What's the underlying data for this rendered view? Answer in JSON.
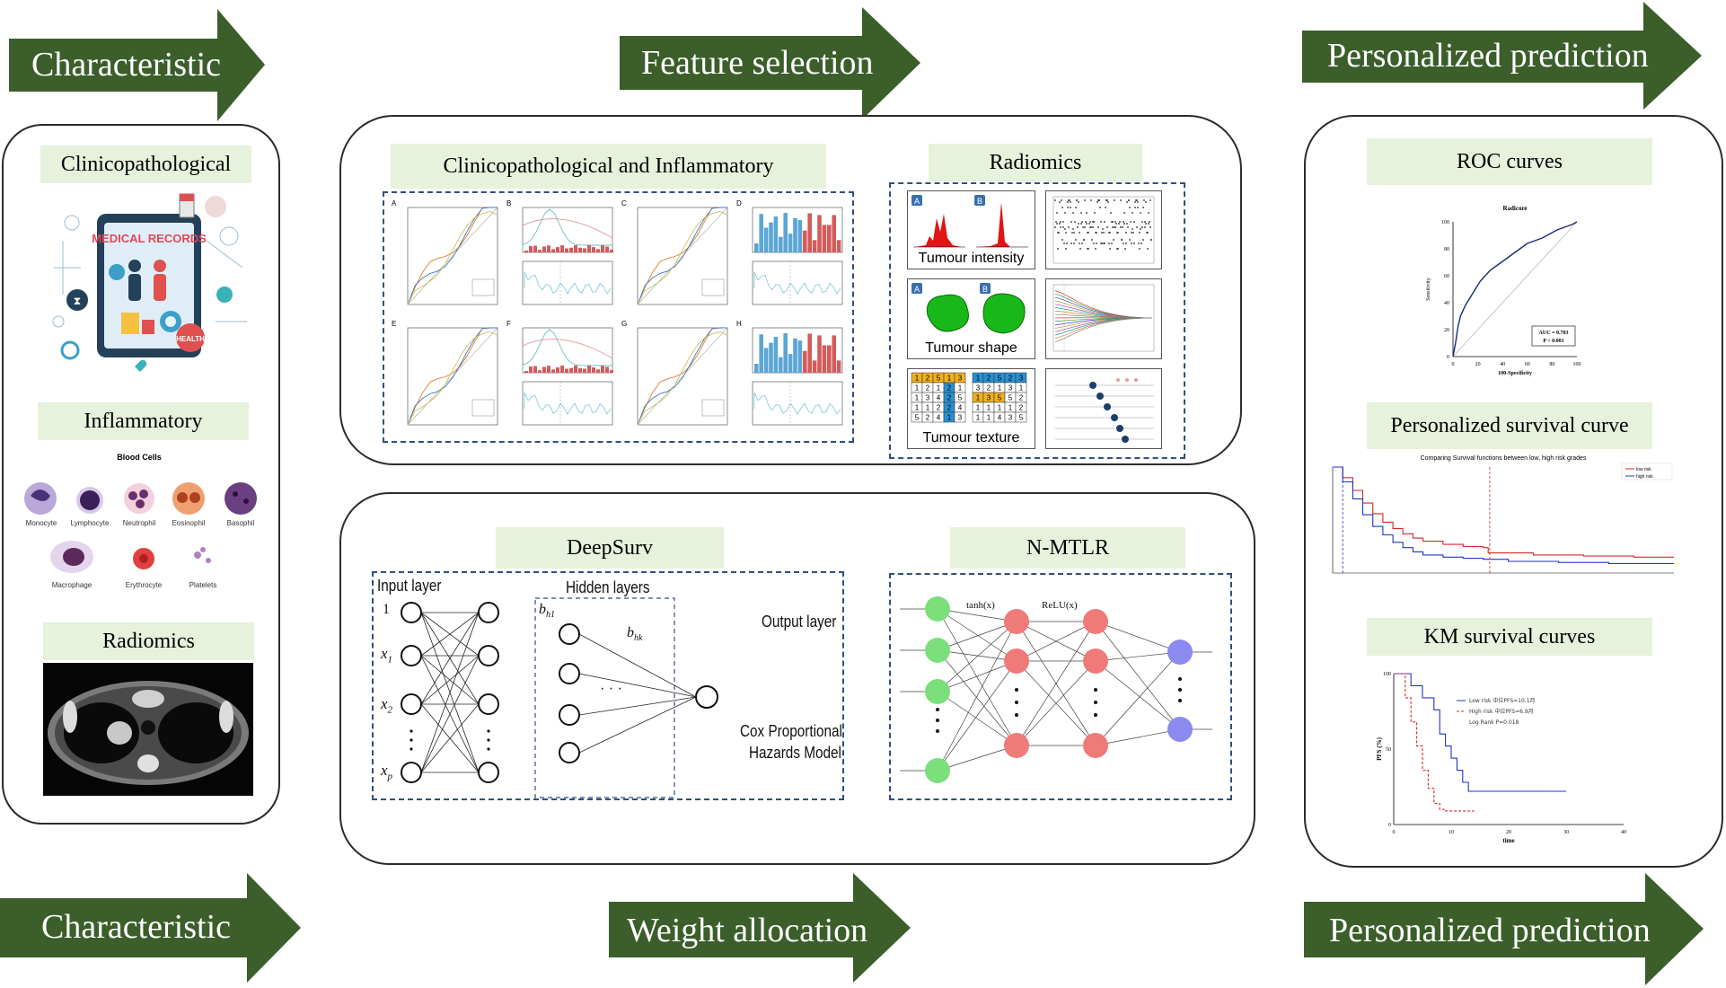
{
  "arrows": {
    "top_left": "Characteristic",
    "top_mid": "Feature selection",
    "top_right": "Personalized prediction",
    "bot_left": "Characteristic",
    "bot_mid": "Weight allocation",
    "bot_right": "Personalized prediction"
  },
  "left_panel": {
    "clinico_label": "Clinicopathological",
    "medical_records": "MEDICAL RECORDS",
    "health_badge": "HEALTH",
    "inflam_label": "Inflammatory",
    "blood_cells_title": "Blood Cells",
    "cells": [
      "Monocyte",
      "Lymphocyte",
      "Neutrophil",
      "Eosinophil",
      "Basophil",
      "Macrophage",
      "Erythrocyte",
      "Platelets"
    ],
    "radiomics_label": "Radiomics"
  },
  "feature_panel": {
    "clinico_inflam_label": "Clinicopathological and Inflammatory",
    "radiomics_label": "Radiomics",
    "subplot_letters": [
      "A",
      "B",
      "C",
      "D",
      "E",
      "F",
      "G",
      "H"
    ],
    "tile_captions": [
      "Tumour intensity",
      "Tumour shape",
      "Tumour texture"
    ],
    "tile_ab": [
      "A",
      "B"
    ]
  },
  "weight_panel": {
    "deepsurv_label": "DeepSurv",
    "nmtlr_label": "N-MTLR",
    "input_layer": "Input layer",
    "hidden_layers": "Hidden layers",
    "output_layer": "Output layer",
    "cox1": "Cox Proportional",
    "cox2": "Hazards Model",
    "ellipsis": "· · ·",
    "input_one": "1",
    "nmtlr_tanh": "tanh(x)",
    "nmtlr_relu": "ReLU(x)"
  },
  "right_panel": {
    "roc_label": "ROC curves",
    "roc_title": "Radicore",
    "roc_ylabel": "Sensitivity",
    "roc_xlabel": "100-Specificity",
    "roc_auc": "AUC = 0.703",
    "roc_p": "P < 0.001",
    "surv_label": "Personalized survival curve",
    "surv_title": "Comparing Survival functions between low, high risk grades",
    "surv_legend": [
      "low risk",
      "high risk"
    ],
    "km_label": "KM survival curves",
    "km_ylabel": "PFS (%)",
    "km_xlabel": "time",
    "km_legend": [
      "Low risk 中位PFS=10.1月",
      "High risk 中位PFS=6.9月",
      "Log Rank P=0.018"
    ]
  },
  "colors": {
    "arrow": "#3b5e2a",
    "label_bg": "#e6f2dc",
    "dash": "#2f4f80",
    "node_green": "#7be07b",
    "node_red": "#f07a7a",
    "node_blue": "#8a8af0",
    "low_risk": "#d62728",
    "high_risk": "#2233cc"
  }
}
